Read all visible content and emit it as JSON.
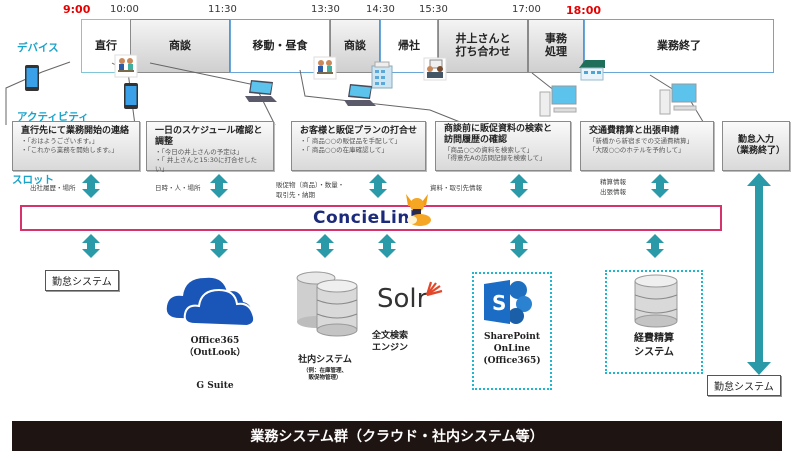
{
  "timeline": {
    "times": [
      {
        "label": "9:00",
        "highlight": true
      },
      {
        "label": "10:00",
        "highlight": false
      },
      {
        "label": "11:30",
        "highlight": false
      },
      {
        "label": "13:30",
        "highlight": false
      },
      {
        "label": "14:30",
        "highlight": false
      },
      {
        "label": "15:30",
        "highlight": false
      },
      {
        "label": "17:00",
        "highlight": false
      },
      {
        "label": "18:00",
        "highlight": true
      }
    ],
    "cells": [
      {
        "label": "直行"
      },
      {
        "label": "商談"
      },
      {
        "label": "移動・昼食"
      },
      {
        "label": "商談"
      },
      {
        "label": "帰社"
      },
      {
        "label": "井上さんと\n打ち合わせ"
      },
      {
        "label": "事務\n処理"
      },
      {
        "label": "業務終了"
      }
    ]
  },
  "row_labels": {
    "device": "デバイス",
    "activity": "アクティビティ",
    "slot": "スロット"
  },
  "activities": [
    {
      "title": "直行先にて業務開始の連絡",
      "lines": [
        "・「おはようございます。」",
        "・「これから業務を開始します。」"
      ]
    },
    {
      "title": "一日のスケジュール確認と調整",
      "lines": [
        "・「今日の井上さんの予定は」",
        "・「 井上さんと15:30に打合せしたい」"
      ]
    },
    {
      "title": "お客様と販促プランの打合せ",
      "lines": [
        "・「 商品○○の販促品を手配して」",
        "・「 商品○○の在庫確認して」"
      ]
    },
    {
      "title": "商談前に販促資料の検索と\n訪問履歴の確認",
      "lines": [
        "「商品○○の資料を検索して」",
        "「得意先Aの訪問記録を検索して」"
      ]
    },
    {
      "title": "交通費精算と出張申請",
      "lines": [
        "「新橋から新宿までの交通費精算」",
        "「大阪○○のホテルを予約して」"
      ]
    },
    {
      "title": "勤怠入力\n（業務終了）",
      "lines": []
    }
  ],
  "slots": [
    {
      "text": "出社履歴・場所"
    },
    {
      "text": "日時・人・場所"
    },
    {
      "text": "販促物（商品）・数量・\n取引先・納期"
    },
    {
      "text": "資料・取引先情報"
    },
    {
      "text": "精算情報\n出張情報"
    }
  ],
  "hub": {
    "name": "ConcieLink",
    "brand_color": "#1b2a7a",
    "border_color": "#d6336c",
    "mascot": "fox-mascot-icon"
  },
  "systems": [
    {
      "label": "勤怠システム",
      "icon": "none"
    },
    {
      "label": "Office365\n（OutLook）",
      "sublabel": "G Suite",
      "icon": "cloud-icon"
    },
    {
      "label": "社内システム",
      "sublabel": "（例：在庫管理、\n販促物管理）",
      "icon": "database-icon"
    },
    {
      "label": "全文検索\nエンジン",
      "logo": "Solr",
      "icon": "solr-logo-icon"
    },
    {
      "label": "SharePoint\nOnLine\n(Office365)",
      "icon": "sharepoint-icon"
    },
    {
      "label": "経費精算\nシステム",
      "icon": "database-icon"
    },
    {
      "label": "勤怠システム",
      "icon": "none"
    }
  ],
  "footer": {
    "label": "業務システム群（クラウド・社内システム等）"
  },
  "colors": {
    "arrow": "#2a9aa8",
    "label_cyan": "#1aa3c8",
    "time_red": "#e60000",
    "dotted": "#1fb6d0"
  }
}
